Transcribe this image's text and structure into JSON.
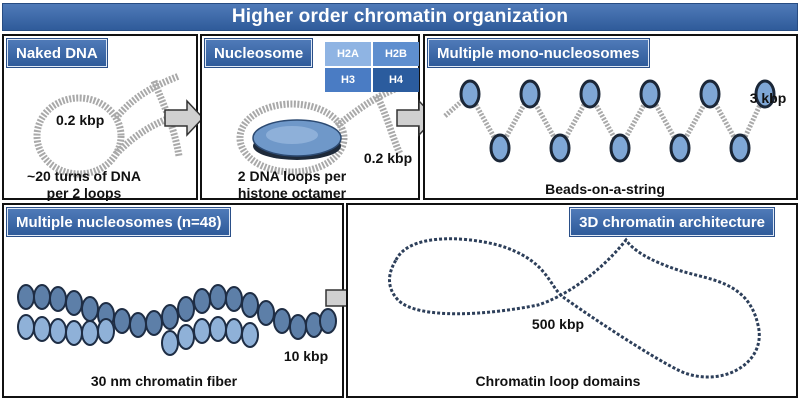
{
  "title": "Higher order chromatin organization",
  "panels": {
    "naked_dna": {
      "label": "Naked DNA",
      "size": "0.2 kbp",
      "caption_line1": "~20 turns of DNA",
      "caption_line2": "per 2 loops"
    },
    "nucleosome": {
      "label": "Nucleosome",
      "size": "0.2 kbp",
      "caption_line1": "2 DNA loops per",
      "caption_line2": "histone octamer",
      "histones": [
        {
          "name": "H2A",
          "color": "#8fb4e3"
        },
        {
          "name": "H2B",
          "color": "#5f8fcf"
        },
        {
          "name": "H3",
          "color": "#4a7cc4"
        },
        {
          "name": "H4",
          "color": "#2b5c9e"
        }
      ]
    },
    "mono": {
      "label": "Multiple mono-nucleosomes",
      "size": "3 kbp",
      "caption": "Beads-on-a-string"
    },
    "fiber": {
      "label": "Multiple nucleosomes (n=48)",
      "size": "10 kbp",
      "caption": "30 nm chromatin fiber"
    },
    "arch": {
      "label": "3D chromatin architecture",
      "size": "500 kbp",
      "caption": "Chromatin loop domains"
    }
  },
  "colors": {
    "accent": "#3a67a8",
    "dna_grey": "#a9a9a9",
    "bead_blue": "#7fa7d6",
    "fiber_blue": "#5d7fa8"
  }
}
